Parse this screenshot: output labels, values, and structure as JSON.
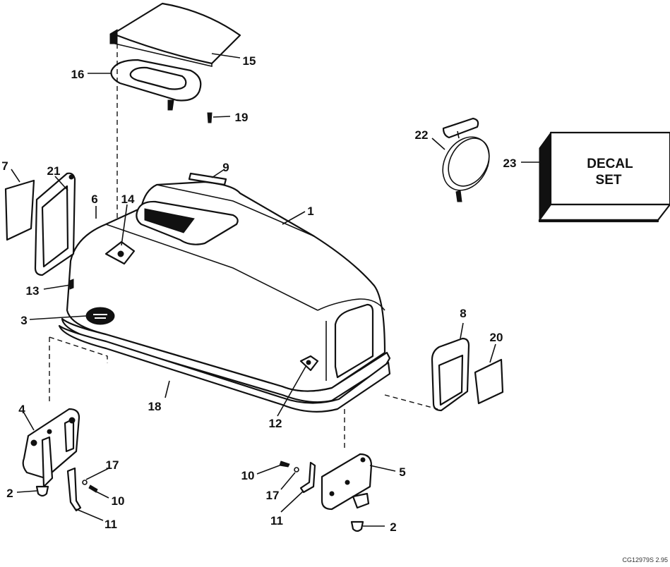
{
  "labels": {
    "l1": "1",
    "l2a": "2",
    "l2b": "2",
    "l3": "3",
    "l4": "4",
    "l5": "5",
    "l6": "6",
    "l7": "7",
    "l8": "8",
    "l9": "9",
    "l10a": "10",
    "l10b": "10",
    "l11a": "11",
    "l11b": "11",
    "l12": "12",
    "l13": "13",
    "l14": "14",
    "l15": "15",
    "l16": "16",
    "l17a": "17",
    "l17b": "17",
    "l18": "18",
    "l19": "19",
    "l20": "20",
    "l21": "21",
    "l22": "22",
    "l23": "23"
  },
  "decal": {
    "line1": "DECAL",
    "line2": "SET"
  },
  "footer": {
    "code": "CG12979S  2.95"
  }
}
